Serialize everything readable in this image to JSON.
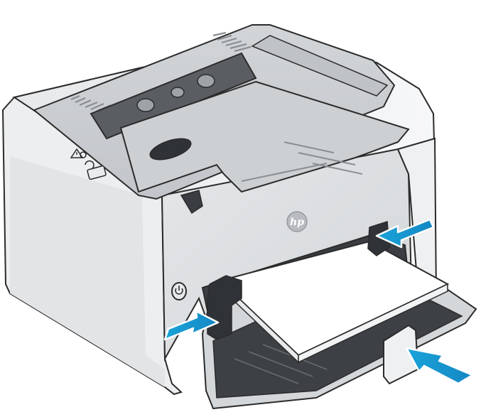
{
  "illustration": {
    "subject": "printer",
    "brand_logo": "hp",
    "colors": {
      "outline": "#2b2b2b",
      "body_light": "#f2f3f4",
      "body_mid": "#d9dbde",
      "body_dark": "#b9bcc0",
      "tray_top": "#c7cacd",
      "paper": "#ffffff",
      "arrow": "#1aa3d9",
      "arrow_outline": "#ffffff"
    },
    "icons": [
      "power-icon",
      "warning-icon",
      "attention-light-icon",
      "cancel-icon"
    ],
    "arrows": [
      {
        "name": "paper-guide-right-arrow",
        "direction": "left"
      },
      {
        "name": "paper-guide-left-arrow",
        "direction": "right"
      },
      {
        "name": "paper-guide-rear-arrow",
        "direction": "left"
      }
    ]
  }
}
